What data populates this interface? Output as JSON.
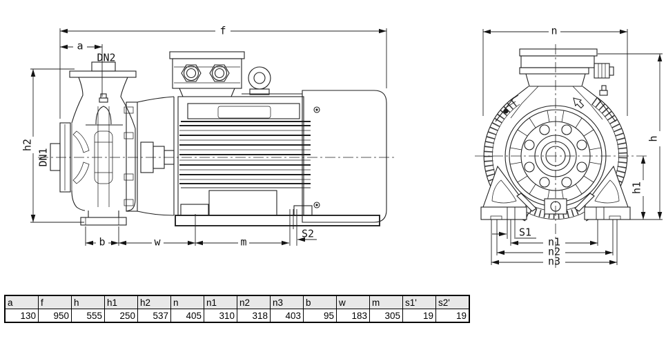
{
  "diagram": {
    "side_view": {
      "labels": {
        "f": "f",
        "a": "a",
        "dn2": "DN2",
        "dn1": "DN1",
        "h2": "h2",
        "b": "b",
        "w": "w",
        "m": "m",
        "s2": "S2"
      }
    },
    "front_view": {
      "labels": {
        "n": "n",
        "h": "h",
        "h1": "h1",
        "s1": "S1",
        "n1": "n1",
        "n2": "n2",
        "n3": "n3"
      }
    }
  },
  "colors": {
    "line": "#1f1f1f",
    "table_header_bg": "#e8e8e8",
    "table_border": "#000000",
    "background": "#ffffff"
  },
  "table": {
    "headers": [
      "a",
      "f",
      "h",
      "h1",
      "h2",
      "n",
      "n1",
      "n2",
      "n3",
      "b",
      "w",
      "m",
      "s1'",
      "s2'"
    ],
    "values": [
      "130",
      "950",
      "555",
      "250",
      "537",
      "405",
      "310",
      "318",
      "403",
      "95",
      "183",
      "305",
      "19",
      "19"
    ]
  }
}
